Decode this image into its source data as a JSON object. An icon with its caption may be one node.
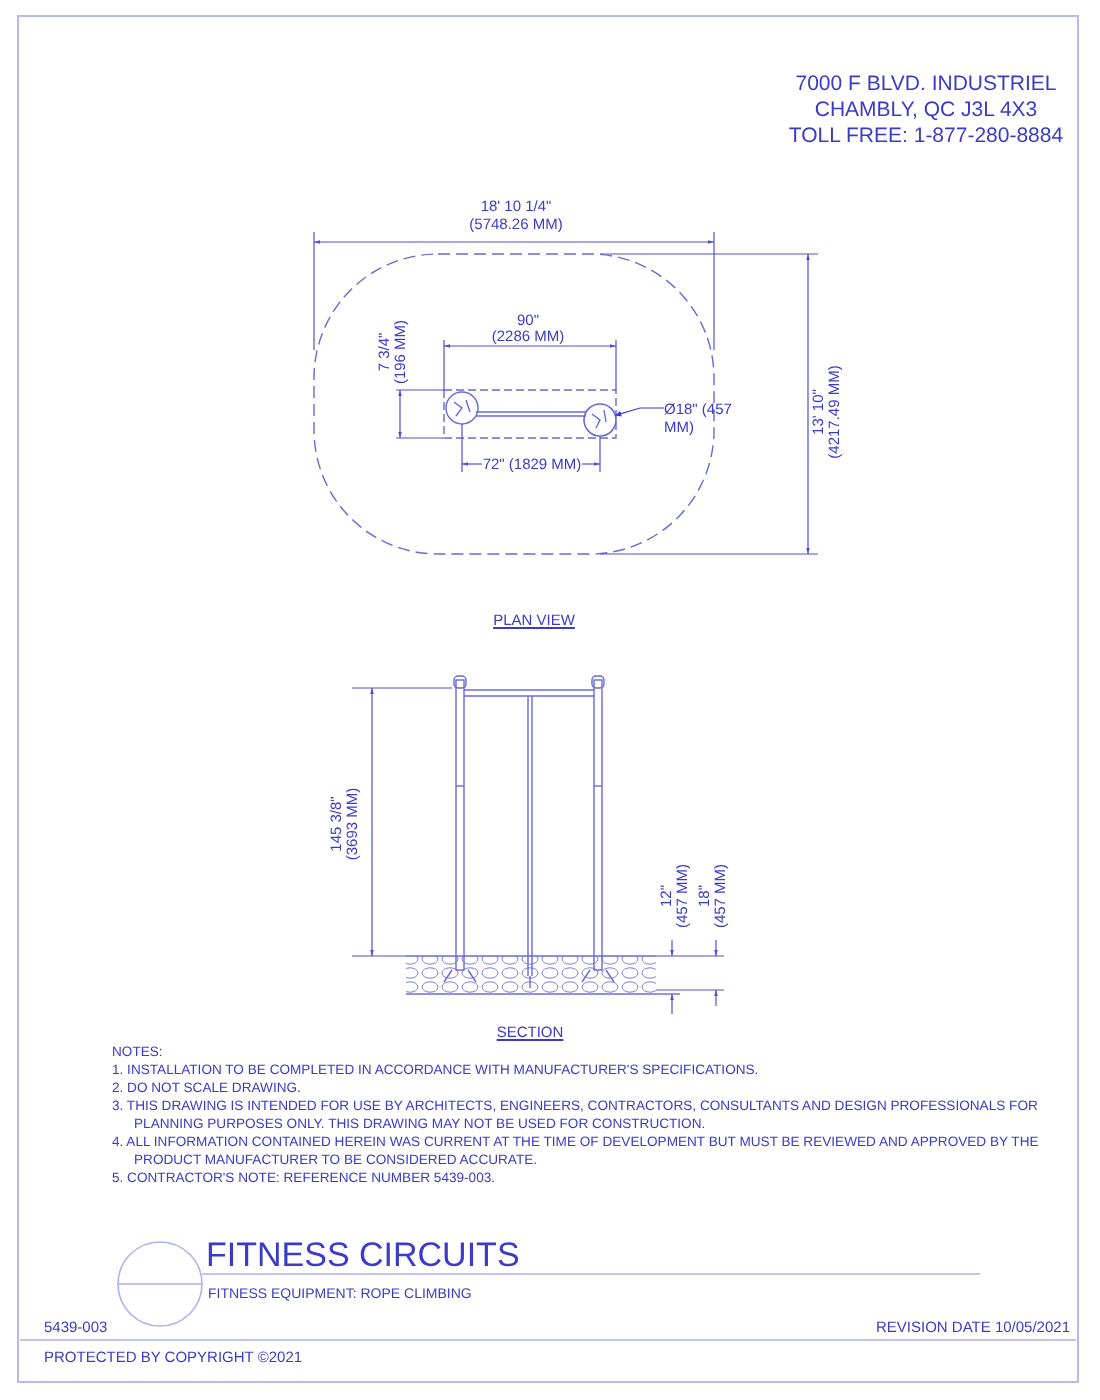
{
  "diagram": {
    "title": "FITNESS CIRCUITS",
    "nodes": [
      {
        "text": [
          "Ø18\" (457 MM)"
        ]
      },
      {
        "text": [],
        "shape": "circle"
      }
    ],
    "edges": [
      {
        "from": 0,
        "to": 1,
        "arrow": "to"
      }
    ],
    "labels": [
      "18' 10 1/4\"",
      "(5748.26 MM)",
      "13' 10\"",
      "(4217.49 MM)",
      "7 3/4\"",
      "(196 MM)",
      "90\"",
      "(2286 MM)",
      "72\" (1829 MM)",
      "PLAN VIEW",
      "145 3/8\"",
      "(3693 MM)",
      "12\"",
      "(457 MM)",
      "18\"",
      "(457 MM)",
      "SECTION",
      "NOTES:",
      "1.  INSTALLATION TO BE COMPLETED IN ACCORDANCE WITH MANUFACTURER'S SPECIFICATIONS.",
      "2.  DO NOT SCALE DRAWING.",
      "3.  THIS DRAWING IS INTENDED FOR USE BY ARCHITECTS, ENGINEERS, CONTRACTORS, CONSULTANTS AND DESIGN PROFESSIONALS FOR PLANNING PURPOSES ONLY.  THIS DRAWING MAY NOT BE USED FOR CONSTRUCTION.",
      "4.  ALL INFORMATION CONTAINED HEREIN WAS CURRENT AT THE TIME OF DEVELOPMENT BUT MUST BE REVIEWED AND APPROVED BY THE PRODUCT MANUFACTURER TO BE CONSIDERED ACCURATE.",
      "5.  CONTRACTOR'S NOTE: REFERENCE NUMBER  5439-003.",
      "FITNESS EQUIPMENT: ROPE CLIMBING",
      "5439-003",
      "REVISION DATE  10/05/2021",
      "PROTECTED BY COPYRIGHT ©2021",
      "7000 F BLVD. INDUSTRIEL",
      "CHAMBLY, QC J3L 4X3",
      "TOLL FREE: 1-877-280-8884"
    ]
  }
}
